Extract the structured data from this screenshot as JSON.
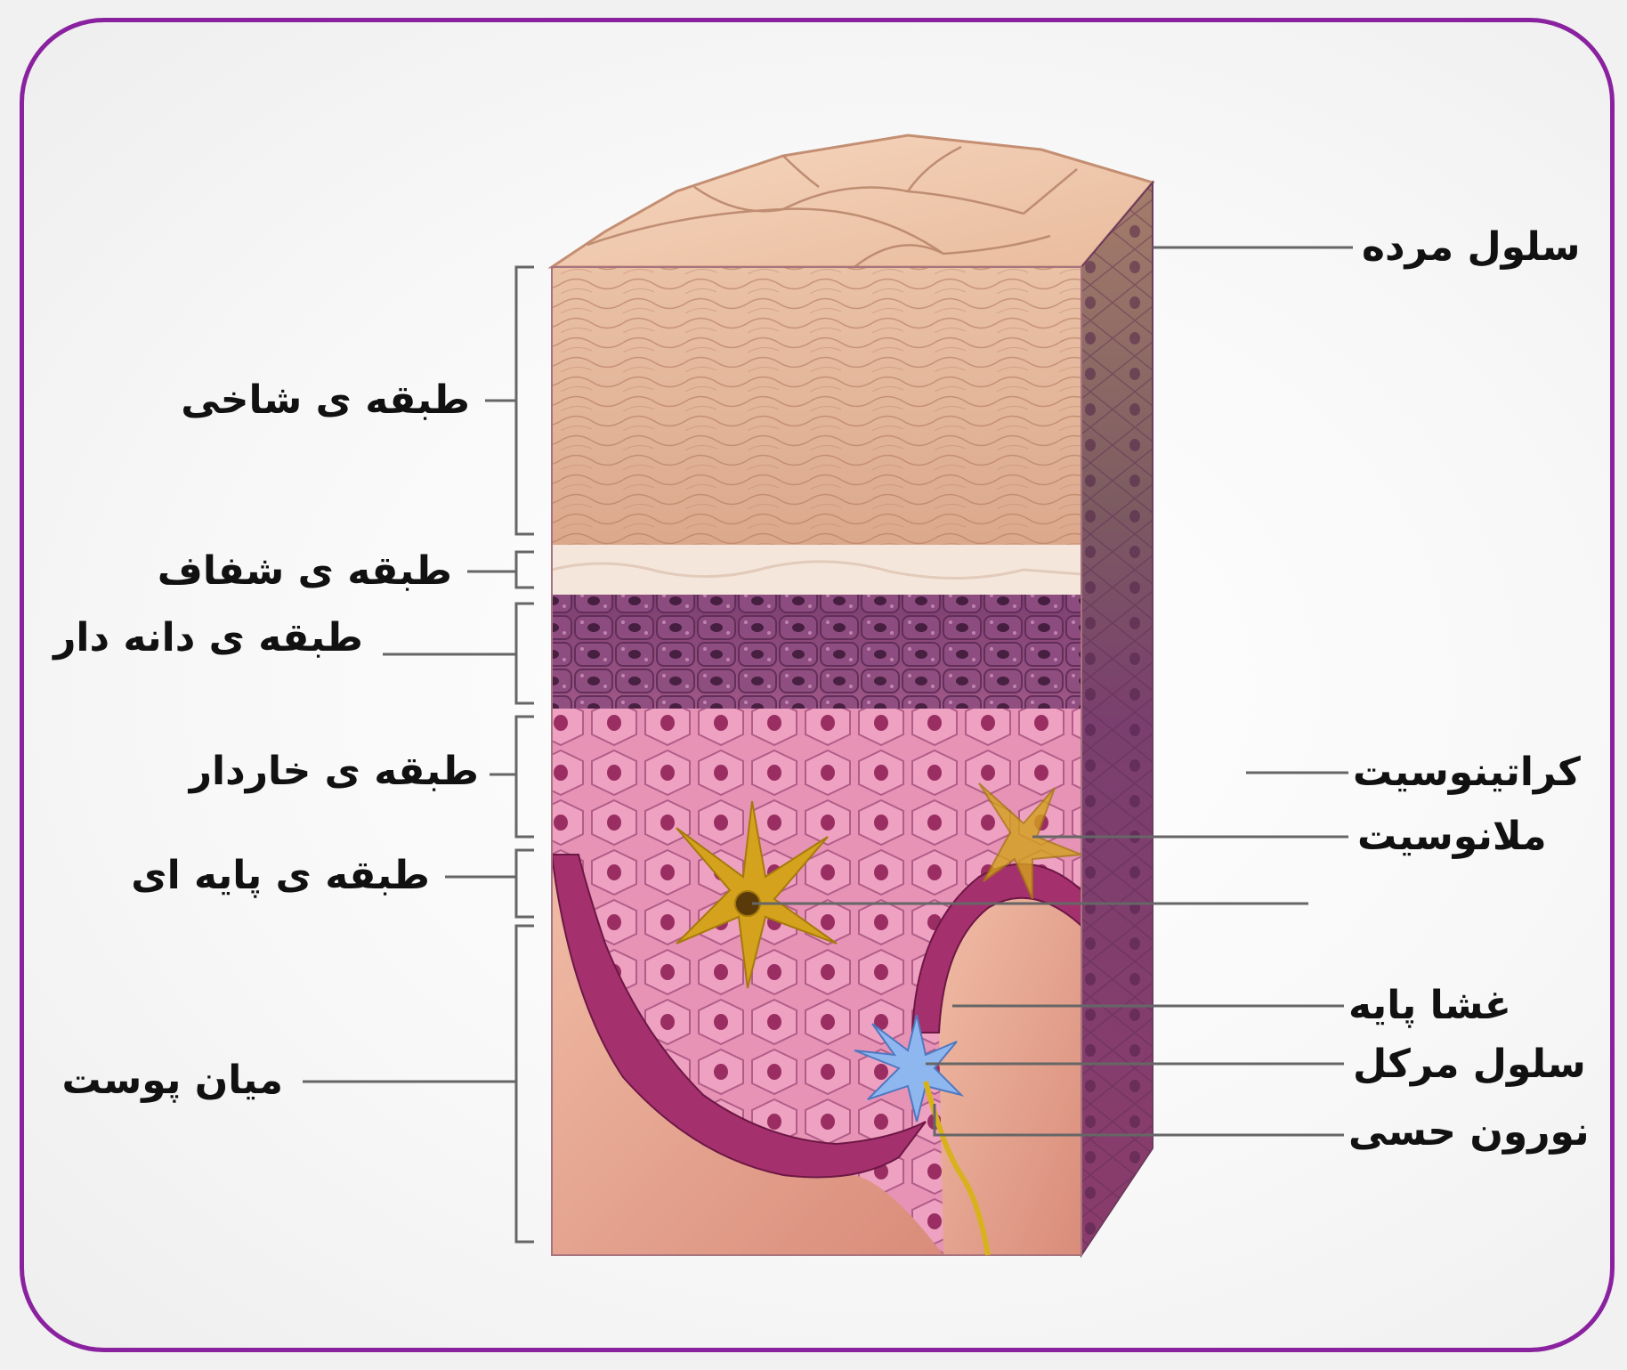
{
  "colors": {
    "frame_border": "#8a22a0",
    "leader_line": "#666666",
    "stratum_corneum": "#e6b79c",
    "stratum_lucidum": "#f4e7dc",
    "stratum_granulosum": "#8a4a7a",
    "stratum_spinosum": "#e693b6",
    "stratum_basale": "#a5306e",
    "dermis": "#e8a68c",
    "melanocyte": "#d4a21c",
    "merkel_cell": "#8fb7ef",
    "neuron": "#d8b21e"
  },
  "labels": {
    "left": {
      "stratum_corneum": "طبقه ی شاخی",
      "stratum_lucidum": "طبقه ی شفاف",
      "stratum_granulosum": "طبقه ی دانه دار",
      "stratum_spinosum": "طبقه ی خاردار",
      "stratum_basale": "طبقه ی پایه ای",
      "dermis": "میان پوست"
    },
    "right": {
      "dead_cell": "سلول مرده",
      "keratinocyte": "کراتینوسیت",
      "melanocyte": "ملانوسیت",
      "basement_membrane": "غشا پایه",
      "merkel_cell": "سلول مرکل",
      "sensory_neuron": "نورون حسی"
    }
  }
}
